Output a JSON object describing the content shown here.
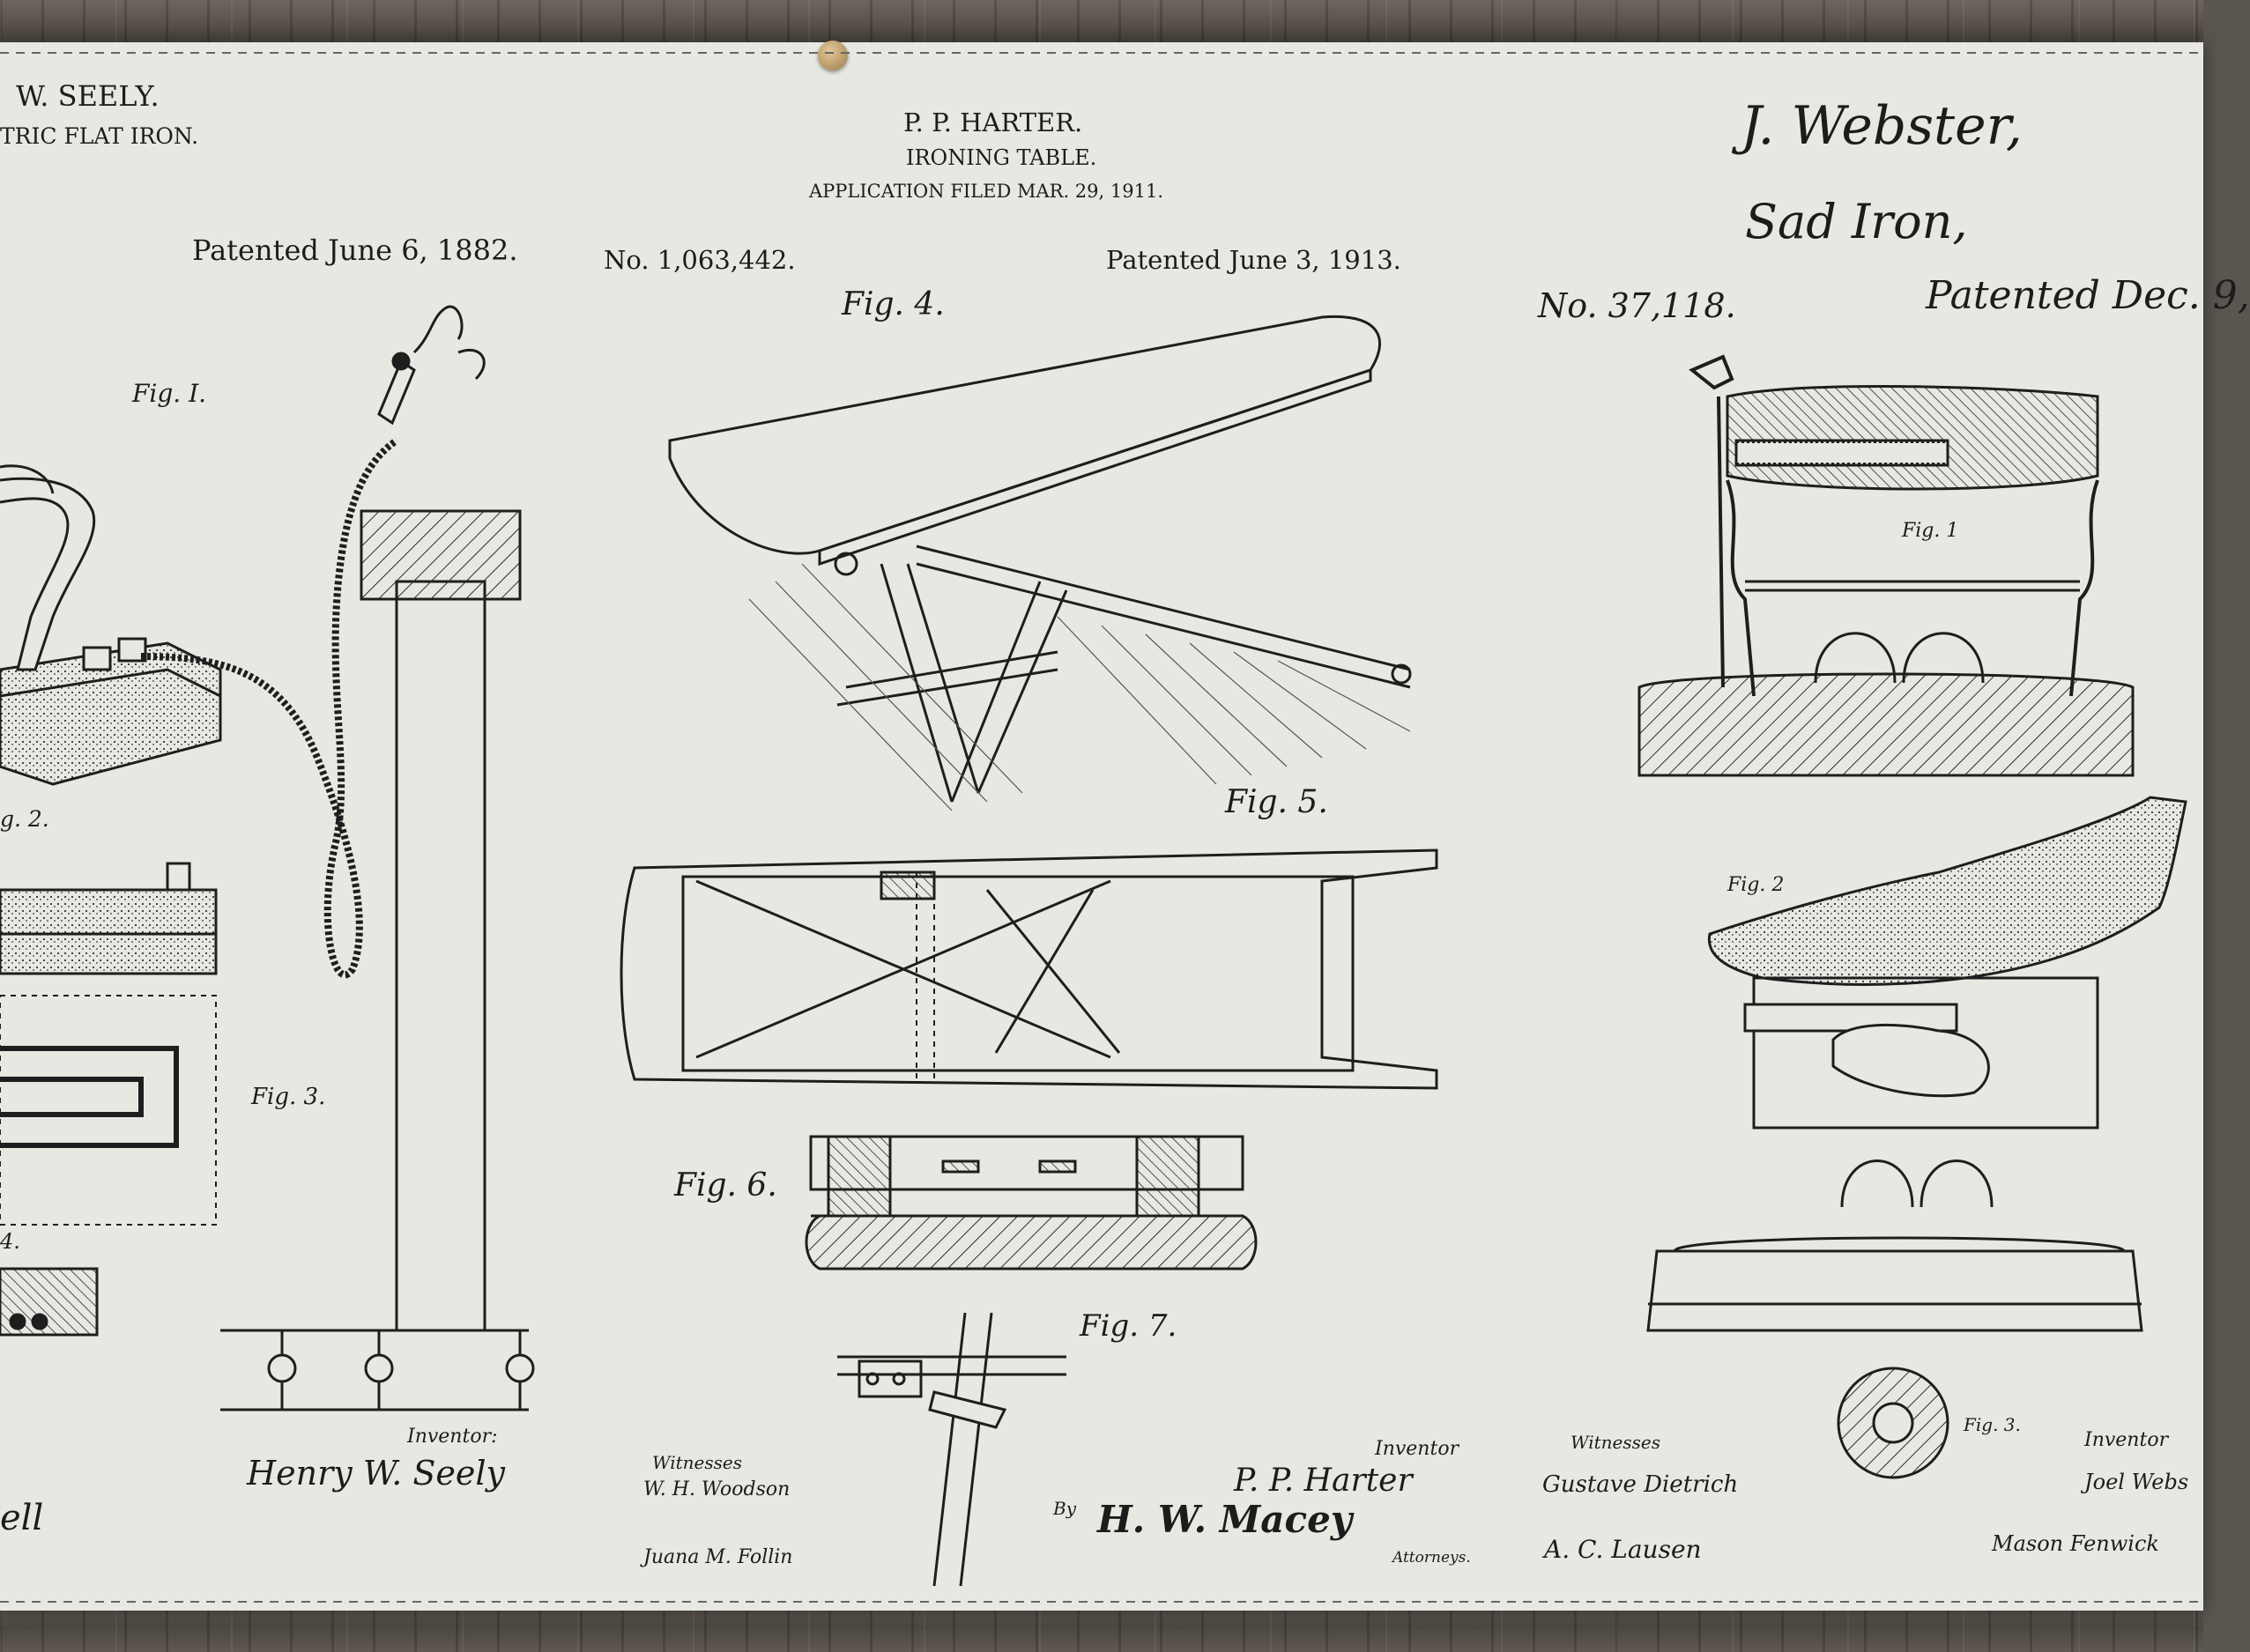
{
  "seely": {
    "name": "W. SEELY.",
    "subtitle": "TRIC FLAT IRON.",
    "date": "Patented June 6, 1882.",
    "fig1": "Fig. I.",
    "fig2": "g. 2.",
    "fig3": "Fig. 3.",
    "fig4": "4.",
    "inventor_label": "Inventor:",
    "inventor_sig": "Henry W. Seely",
    "witness_sig": "ell"
  },
  "harter": {
    "name": "P. P. HARTER.",
    "subtitle": "IRONING TABLE.",
    "application": "APPLICATION FILED MAR. 29, 1911.",
    "number": "No. 1,063,442.",
    "date": "Patented June 3, 1913.",
    "fig4": "Fig. 4.",
    "fig5": "Fig. 5.",
    "fig6": "Fig. 6.",
    "fig7": "Fig. 7.",
    "witnesses_label": "Witnesses",
    "witness1": "W. H. Woodson",
    "witness2": "Juana M. Follin",
    "inventor_label": "Inventor",
    "inventor_sig": "P. P. Harter",
    "by": "By",
    "attorney_sig": "H. W. Macey",
    "attorneys_label": "Attorneys."
  },
  "webster": {
    "name": "J. Webster,",
    "subtitle": "Sad Iron,",
    "number": "No. 37,118.",
    "date": "Patented Dec. 9,",
    "fig1": "Fig. 1",
    "fig2": "Fig. 2",
    "fig3": "Fig. 3.",
    "witnesses_label": "Witnesses",
    "witness1": "Gustave Dietrich",
    "witness2": "A. C. Lausen",
    "inventor_label": "Inventor",
    "inventor_sig": "Joel Webs",
    "attorney_sig": "Mason Fenwick"
  }
}
